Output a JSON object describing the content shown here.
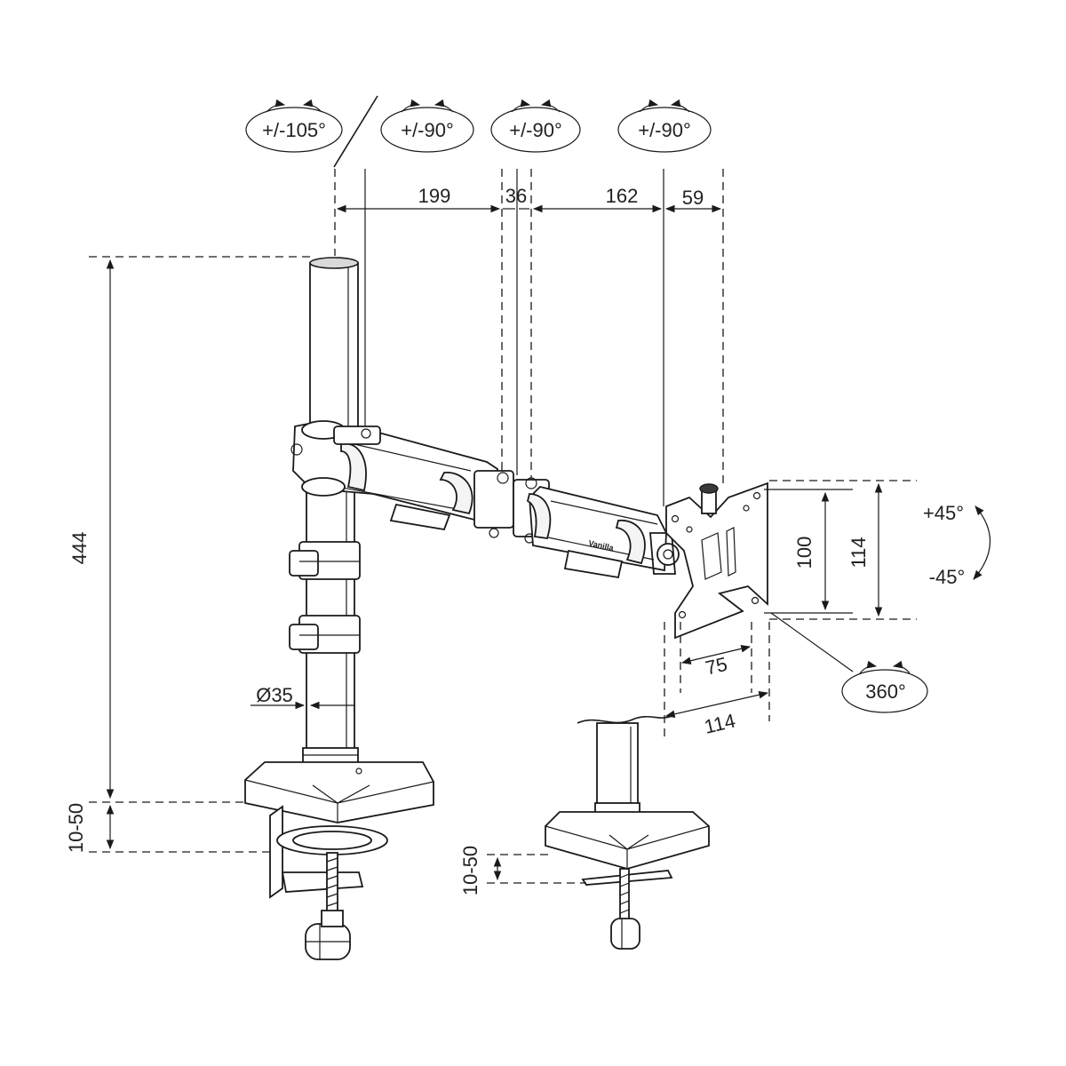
{
  "rotation_labels": {
    "pole": "+/-105°",
    "joint1": "+/-90°",
    "joint2": "+/-90°",
    "joint3": "+/-90°",
    "tilt_up": "+45°",
    "tilt_down": "-45°",
    "rotate": "360°"
  },
  "dimensions": {
    "arm1": "199",
    "joint_gap": "36",
    "arm2": "162",
    "head": "59",
    "pole_height": "444",
    "pole_diameter": "Ø35",
    "clamp_range_left": "10-50",
    "clamp_range_right": "10-50",
    "vesa_small_h": "100",
    "vesa_large_h": "114",
    "vesa_small_w": "75",
    "vesa_large_w": "114"
  },
  "brand_text": "Vanilla"
}
